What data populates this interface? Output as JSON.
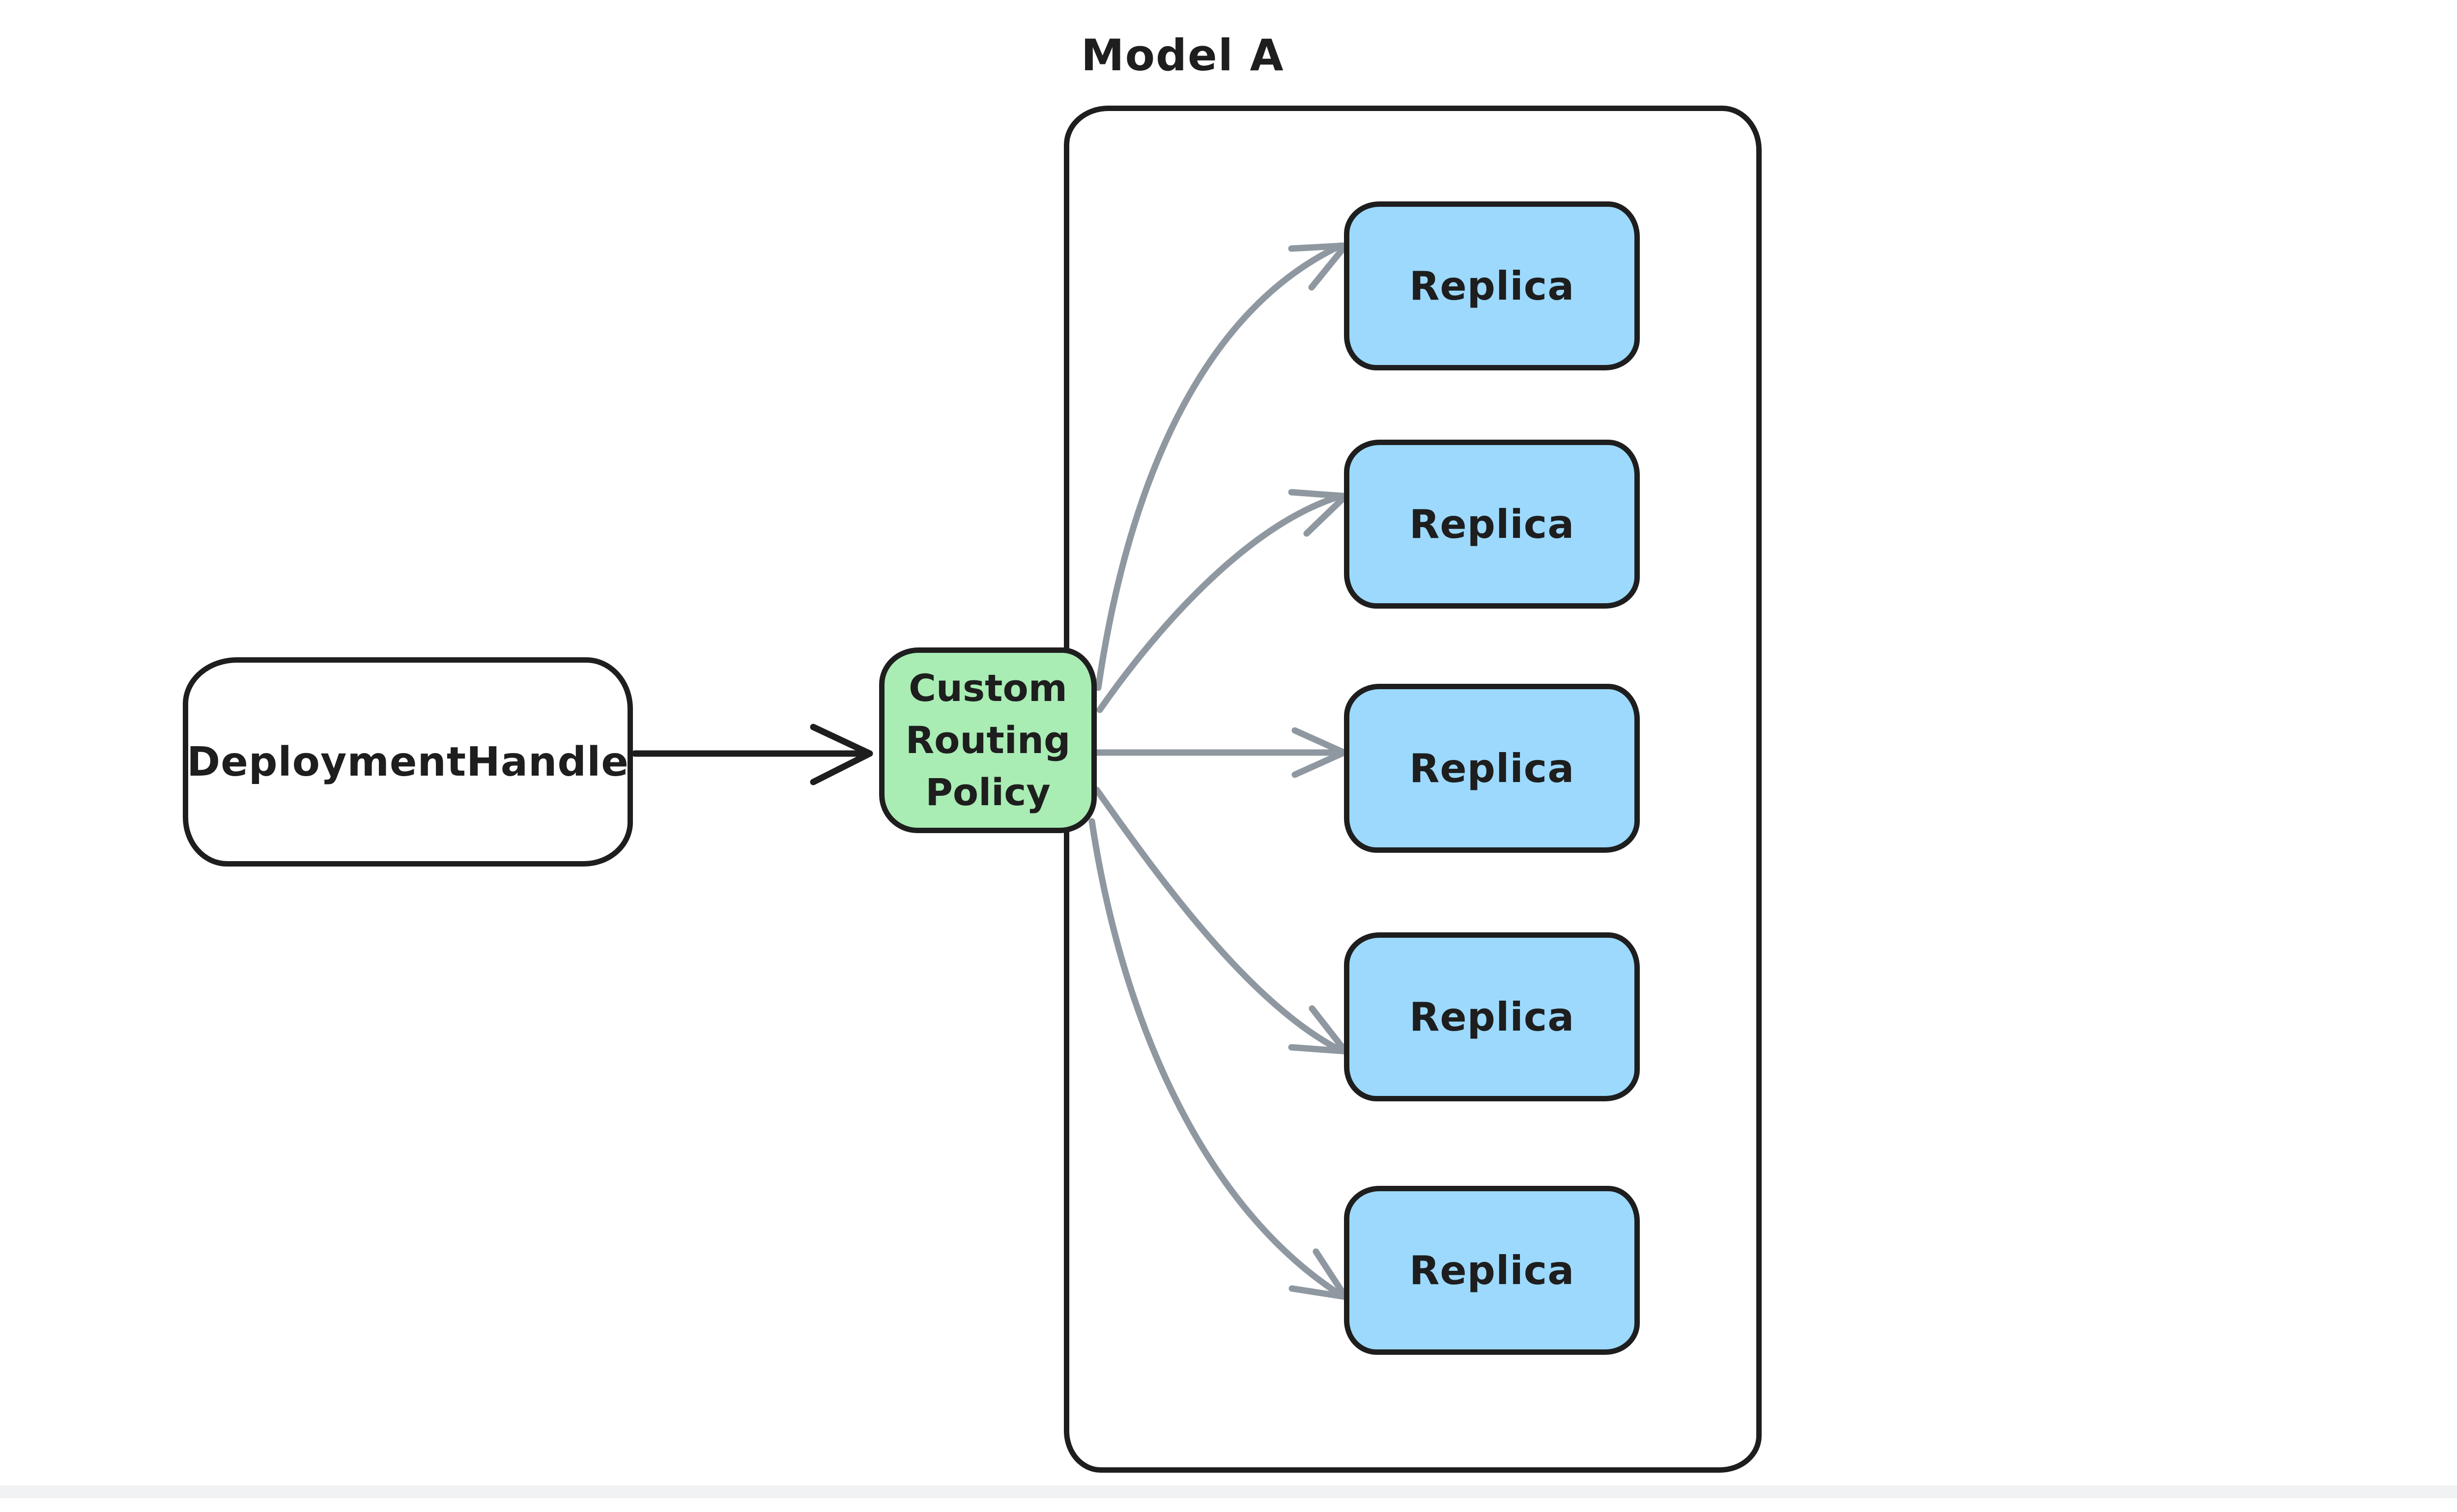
{
  "diagram": {
    "title": "Model A",
    "nodes": {
      "deployment_handle": {
        "label": "DeploymentHandle"
      },
      "routing_policy": {
        "lines": [
          "Custom",
          "Routing",
          "Policy"
        ]
      },
      "replicas": [
        {
          "label": "Replica"
        },
        {
          "label": "Replica"
        },
        {
          "label": "Replica"
        },
        {
          "label": "Replica"
        },
        {
          "label": "Replica"
        }
      ]
    },
    "edges": [
      {
        "from": "DeploymentHandle",
        "to": "Custom Routing Policy",
        "style": "black solid arrow"
      },
      {
        "from": "Custom Routing Policy",
        "to": "Replica 1",
        "style": "gray curved arrow"
      },
      {
        "from": "Custom Routing Policy",
        "to": "Replica 2",
        "style": "gray curved arrow"
      },
      {
        "from": "Custom Routing Policy",
        "to": "Replica 3",
        "style": "gray straight arrow"
      },
      {
        "from": "Custom Routing Policy",
        "to": "Replica 4",
        "style": "gray curved arrow"
      },
      {
        "from": "Custom Routing Policy",
        "to": "Replica 5",
        "style": "gray curved arrow"
      }
    ],
    "colors": {
      "stroke": "#1e1e1e",
      "text": "#1e1e1e",
      "routing_fill": "#a9ecb4",
      "replica_fill": "#9cd9fd",
      "arrow_gray": "#8f98a0",
      "background": "#ffffff",
      "bottom_band": "#f1f2f3"
    }
  }
}
